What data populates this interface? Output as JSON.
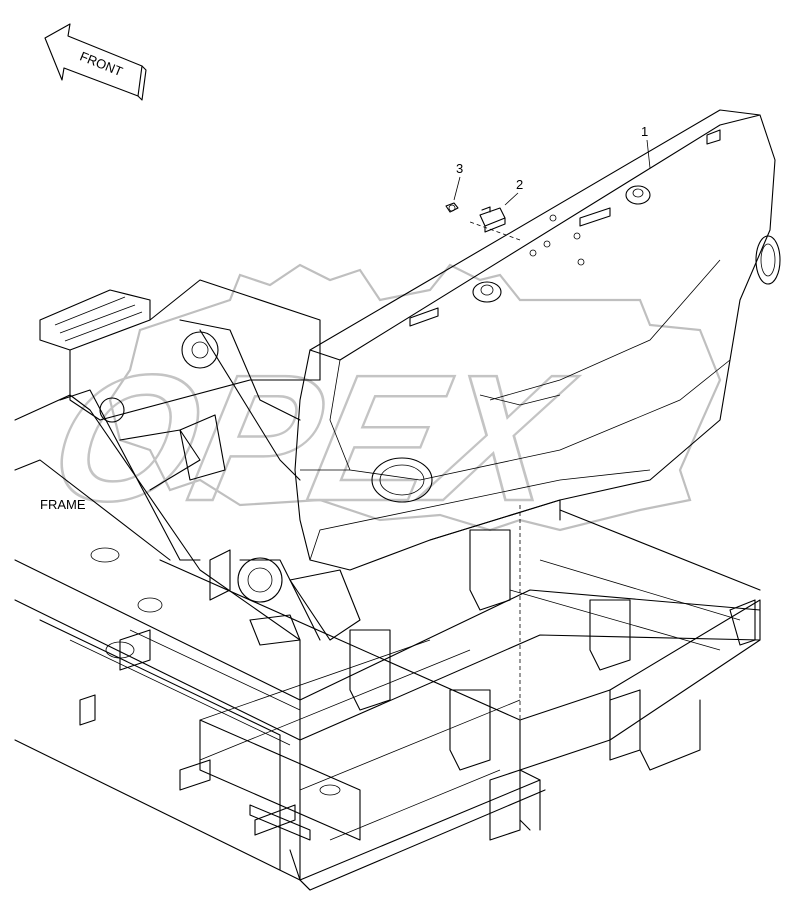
{
  "front_arrow": {
    "label": "FRONT"
  },
  "frame_label": "FRAME",
  "callouts": [
    {
      "id": "1",
      "text": "1"
    },
    {
      "id": "2",
      "text": "2"
    },
    {
      "id": "3",
      "text": "3"
    }
  ],
  "watermark": {
    "text": "OPEX",
    "color": "#bfbfbf"
  }
}
